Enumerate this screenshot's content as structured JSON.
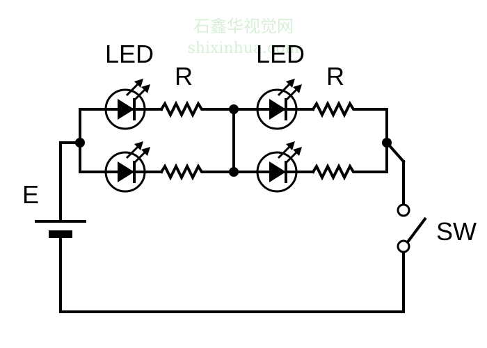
{
  "labels": {
    "led_top_left": "LED",
    "led_top_right": "LED",
    "r_top_left": "R",
    "r_top_right": "R",
    "battery": "E",
    "switch": "SW"
  },
  "watermark": {
    "line1": "石鑫华视觉网",
    "line2": "shixinhua.com"
  },
  "colors": {
    "ink": "#000000",
    "watermark": "#b9e3b9",
    "background": "#ffffff"
  }
}
